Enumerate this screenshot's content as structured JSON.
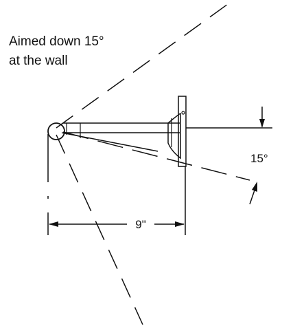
{
  "caption": {
    "line1": "Aimed down 15°",
    "line2": "at the wall"
  },
  "dimensions": {
    "distance": "9\"",
    "angle": "15°"
  }
}
